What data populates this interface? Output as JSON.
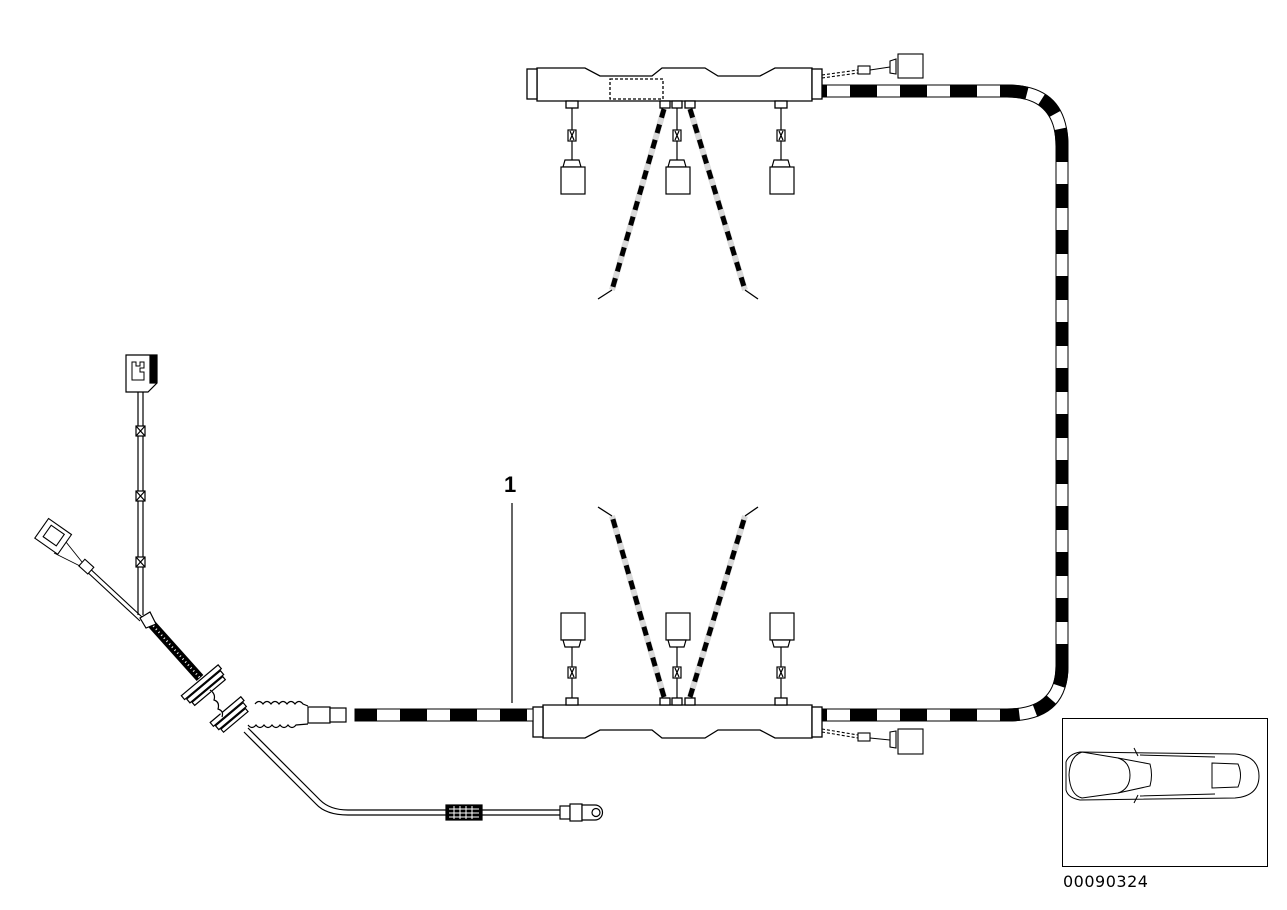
{
  "diagram": {
    "type": "parts-diagram",
    "subject": "wiring harness",
    "colors": {
      "line": "#000000",
      "background": "#ffffff"
    },
    "callouts": [
      {
        "label": "1",
        "target": "main harness cable"
      }
    ],
    "diagram_id": "00090324",
    "thumbnail": {
      "content": "car top view outline",
      "icon": "car-top-view-icon"
    },
    "components": [
      "upper connector rail",
      "lower connector rail",
      "striped harness loop",
      "branch connectors",
      "grommet and boot",
      "ground strap with ring terminal",
      "left plug connectors"
    ]
  }
}
